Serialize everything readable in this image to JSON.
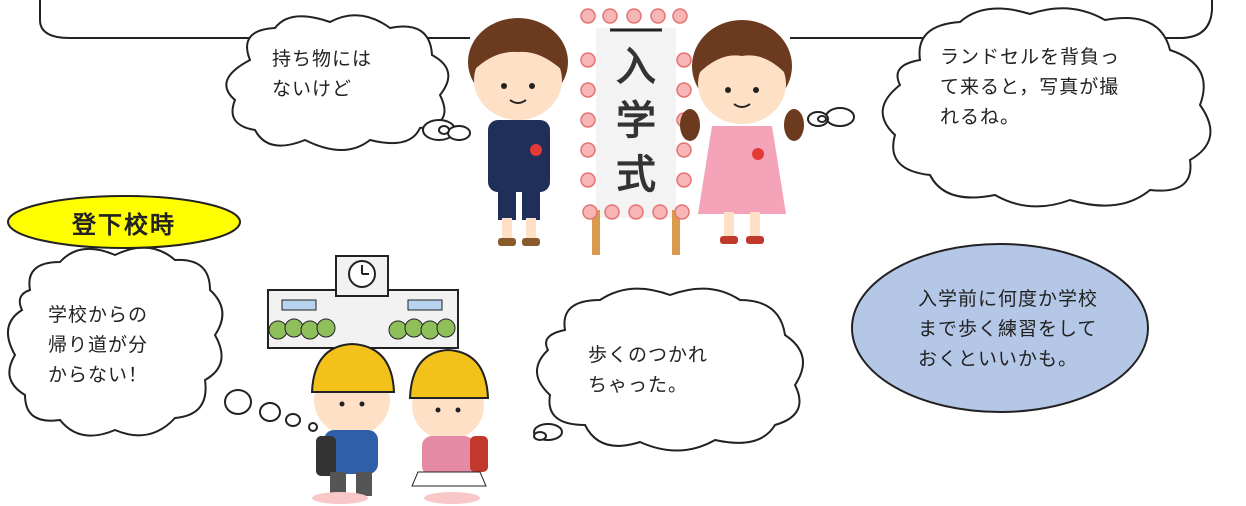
{
  "top_banner_label": "",
  "sign": {
    "chars": [
      "入",
      "学",
      "式"
    ]
  },
  "bubbles": {
    "kids_left": [
      "持ち物には",
      "ないけど"
    ],
    "kids_right": [
      "ランドセルを背負っ",
      "て来ると，写真が撮",
      "れるね。"
    ],
    "lost": [
      "学校からの",
      "帰り道が分",
      "からない！"
    ],
    "tired": [
      "歩くのつかれ",
      "ちゃった。"
    ],
    "advice": [
      "入学前に何度か学校",
      "まで歩く練習をして",
      "おくといいかも。"
    ]
  },
  "section_label": "登下校時",
  "colors": {
    "label_fill": "#ffff00",
    "advice_fill": "#b4c7e7",
    "uniform_navy": "#1f2f5a",
    "dress_pink": "#f4a3b8",
    "helmet_yellow": "#f2c21b",
    "hair_brown": "#6b3a1f"
  }
}
